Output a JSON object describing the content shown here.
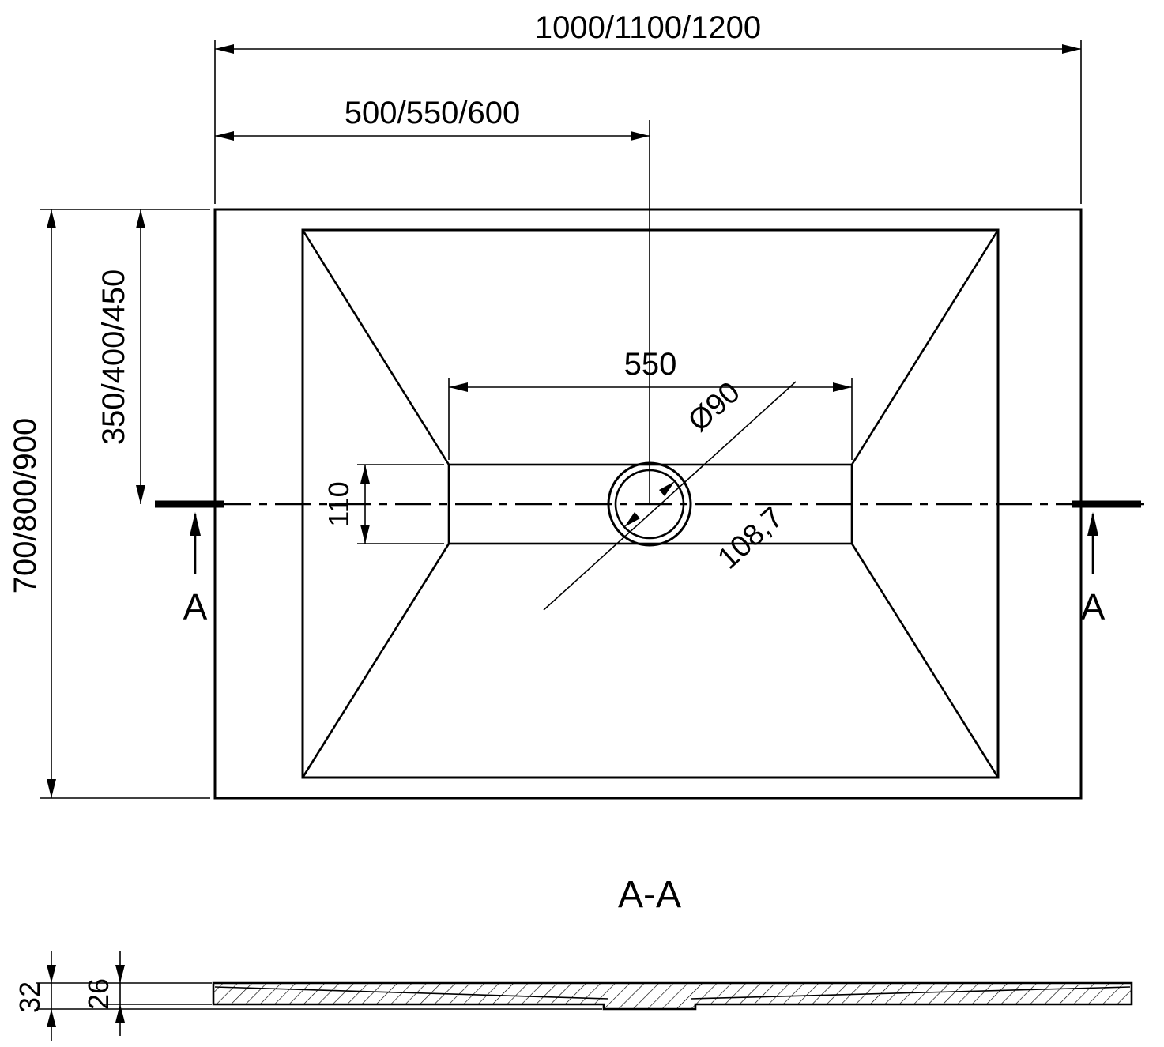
{
  "page": {
    "background": "#ffffff",
    "line_color": "#000000"
  },
  "top_view": {
    "overall_width": "1000/1100/1200",
    "center_offset_width": "500/550/600",
    "overall_depth": "700/800/900",
    "center_offset_depth": "350/400/450",
    "channel_width": "550",
    "channel_depth": "110",
    "drain_diameter": "Ø90",
    "drain_diagonal": "108,7",
    "section_label_left": "A",
    "section_label_right": "A"
  },
  "section_view": {
    "title": "A-A",
    "total_height": "32",
    "base_thickness": "26"
  }
}
